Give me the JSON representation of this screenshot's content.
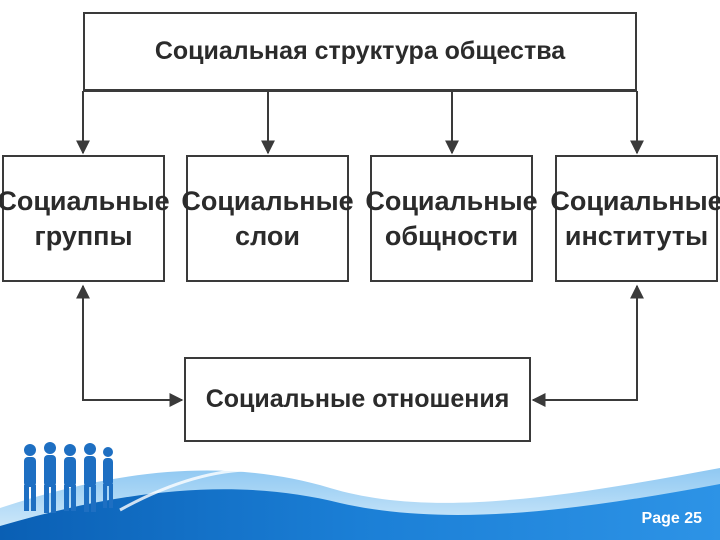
{
  "diagram": {
    "title": "Социальная структура общества",
    "categories": [
      {
        "line1": "Социальные",
        "line2": "группы"
      },
      {
        "line1": "Социальные",
        "line2": "слои"
      },
      {
        "line1": "Социальные",
        "line2": "общности"
      },
      {
        "line1": "Социальные",
        "line2": "институты"
      }
    ],
    "bottom": "Социальные отношения"
  },
  "footer": {
    "page_label": "Page 25"
  },
  "colors": {
    "line": "#3a3a3a",
    "footer_blue": "#1b7fd6",
    "text": "#2b2b2b"
  },
  "icons": [
    "people-silhouettes-icon",
    "wave-swoosh"
  ]
}
